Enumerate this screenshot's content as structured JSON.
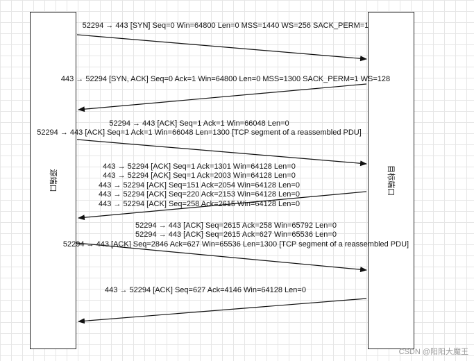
{
  "lanes": {
    "source": "源端口",
    "destination": "目标端口"
  },
  "messages": {
    "m1": "52294 → 443 [SYN] Seq=0 Win=64800 Len=0 MSS=1440 WS=256 SACK_PERM=1",
    "m2": "443 → 52294 [SYN, ACK] Seq=0 Ack=1 Win=64800 Len=0 MSS=1300 SACK_PERM=1 WS=128",
    "m3a": "52294 → 443 [ACK] Seq=1 Ack=1 Win=66048 Len=0",
    "m3b": "52294 → 443 [ACK] Seq=1 Ack=1 Win=66048 Len=1300 [TCP segment of a reassembled PDU]",
    "m4a": "443 → 52294 [ACK] Seq=1 Ack=1301 Win=64128 Len=0",
    "m4b": "443 → 52294 [ACK] Seq=1 Ack=2003 Win=64128 Len=0",
    "m4c": "443 → 52294 [ACK] Seq=151 Ack=2054 Win=64128 Len=0",
    "m4d": "443 → 52294 [ACK] Seq=220 Ack=2153 Win=64128 Len=0",
    "m4e": "443 → 52294 [ACK] Seq=258 Ack=2615 Win=64128 Len=0",
    "m5a": "52294 → 443 [ACK] Seq=2615 Ack=258 Win=65792 Len=0",
    "m5b": "52294 → 443 [ACK] Seq=2615 Ack=627 Win=65536 Len=0",
    "m5c": "52294 → 443 [ACK] Seq=2846 Ack=627 Win=65536 Len=1300 [TCP segment of a reassembled PDU]",
    "m6": "443 → 52294 [ACK] Seq=627 Ack=4146 Win=64128 Len=0"
  },
  "watermark": "CSDN @阳阳大魔王",
  "colors": {
    "line": "#111111",
    "grid": "#e6e6e6"
  }
}
